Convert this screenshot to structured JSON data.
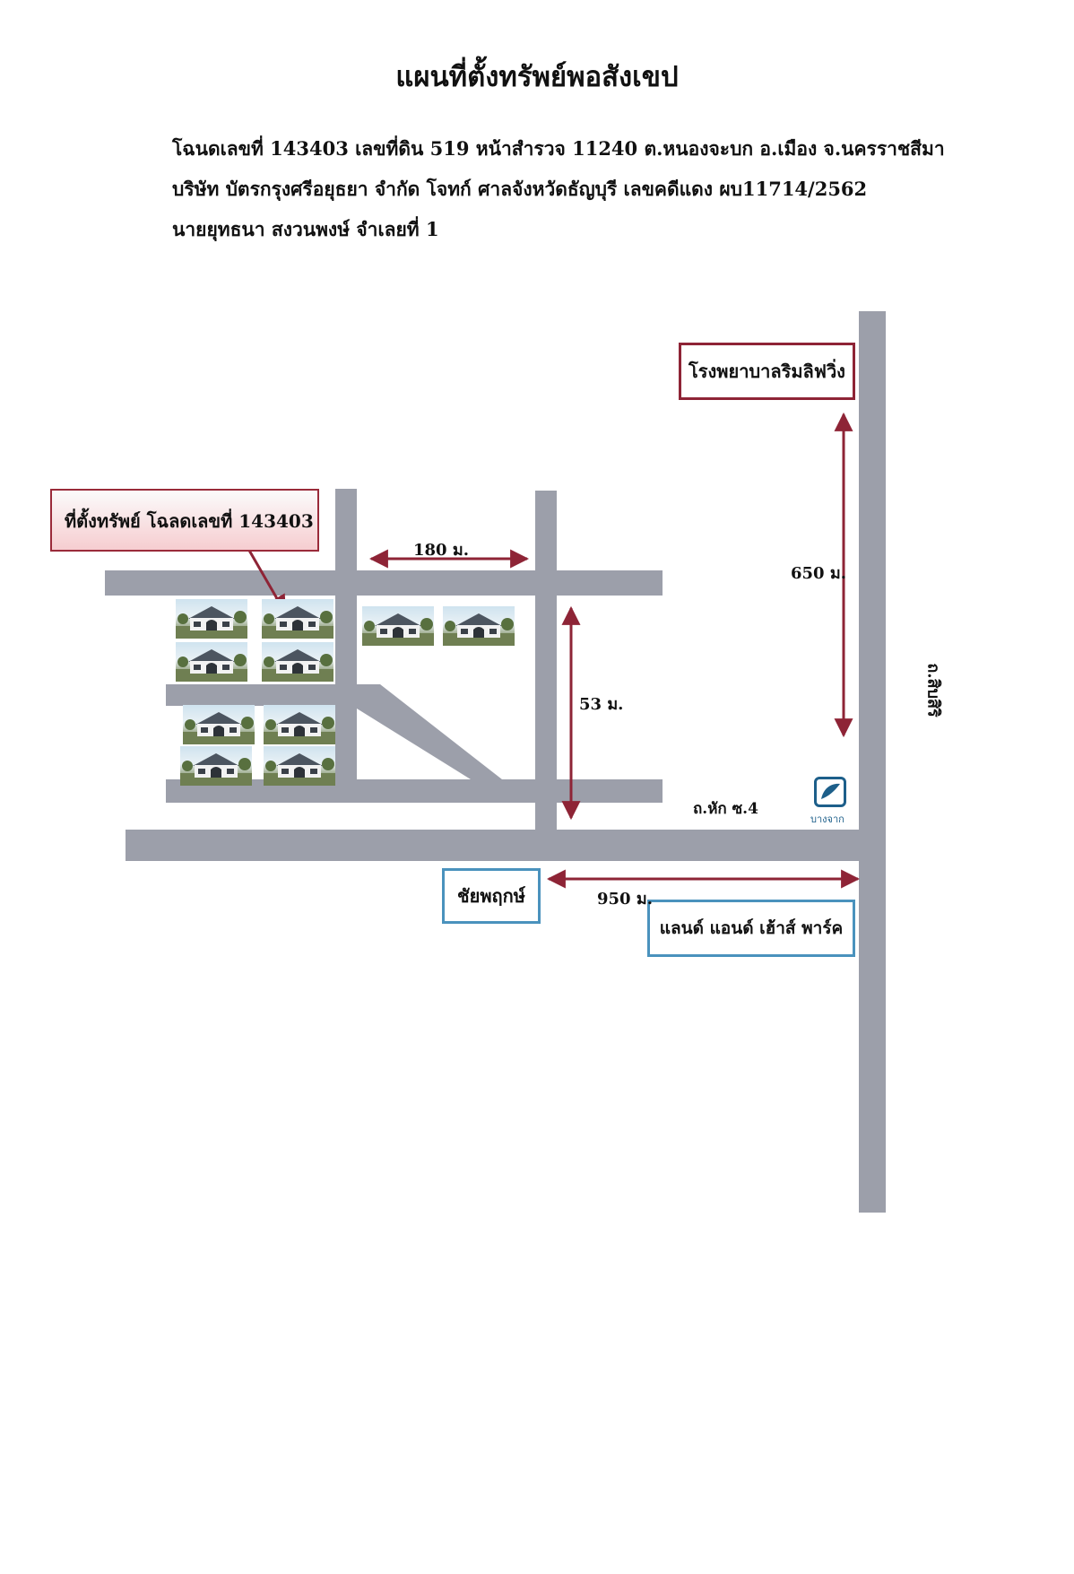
{
  "document": {
    "title": "แผนที่ตั้งทรัพย์พอสังเขป",
    "info_lines": [
      "โฉนดเลขที่ 143403 เลขที่ดิน 519 หน้าสำรวจ 11240 ต.หนองจะบก อ.เมือง จ.นครราชสีมา",
      "บริษัท บัตรกรุงศรีอยุธยา จำกัด โจทก์   ศาลจังหวัดธัญบุรี  เลขคดีแดง ผบ11714/2562",
      "นายยุทธนา สงวนพงษ์ จำเลยที่ 1"
    ]
  },
  "map": {
    "property_label": "ที่ตั้งทรัพย์ โฉลดเลขที่ 143403",
    "hospital_label": "โรงพยาบาลริมลิฟวิ่ง",
    "chaiyaphruek_label": "ชัยพฤกษ์",
    "land_house_label": "แลนด์ แอนด์ เฮ้าส์ พาร์ค",
    "road_main_label": "ถ.สิบสิริ",
    "road_side_label": "ถ.หัก ซ.4",
    "bank_caption": "บางจาก",
    "distances": {
      "d180": "180 ม.",
      "d650": "650 ม.",
      "d53": "53 ม.",
      "d950": "950 ม."
    },
    "colors": {
      "road": "#9c9faa",
      "maroon_arrow": "#8e2436",
      "blue_box": "#4a92bd",
      "property_box": "#f7c9cb"
    },
    "icons": [
      "house-photo-icon",
      "bangchak-logo-icon"
    ]
  }
}
